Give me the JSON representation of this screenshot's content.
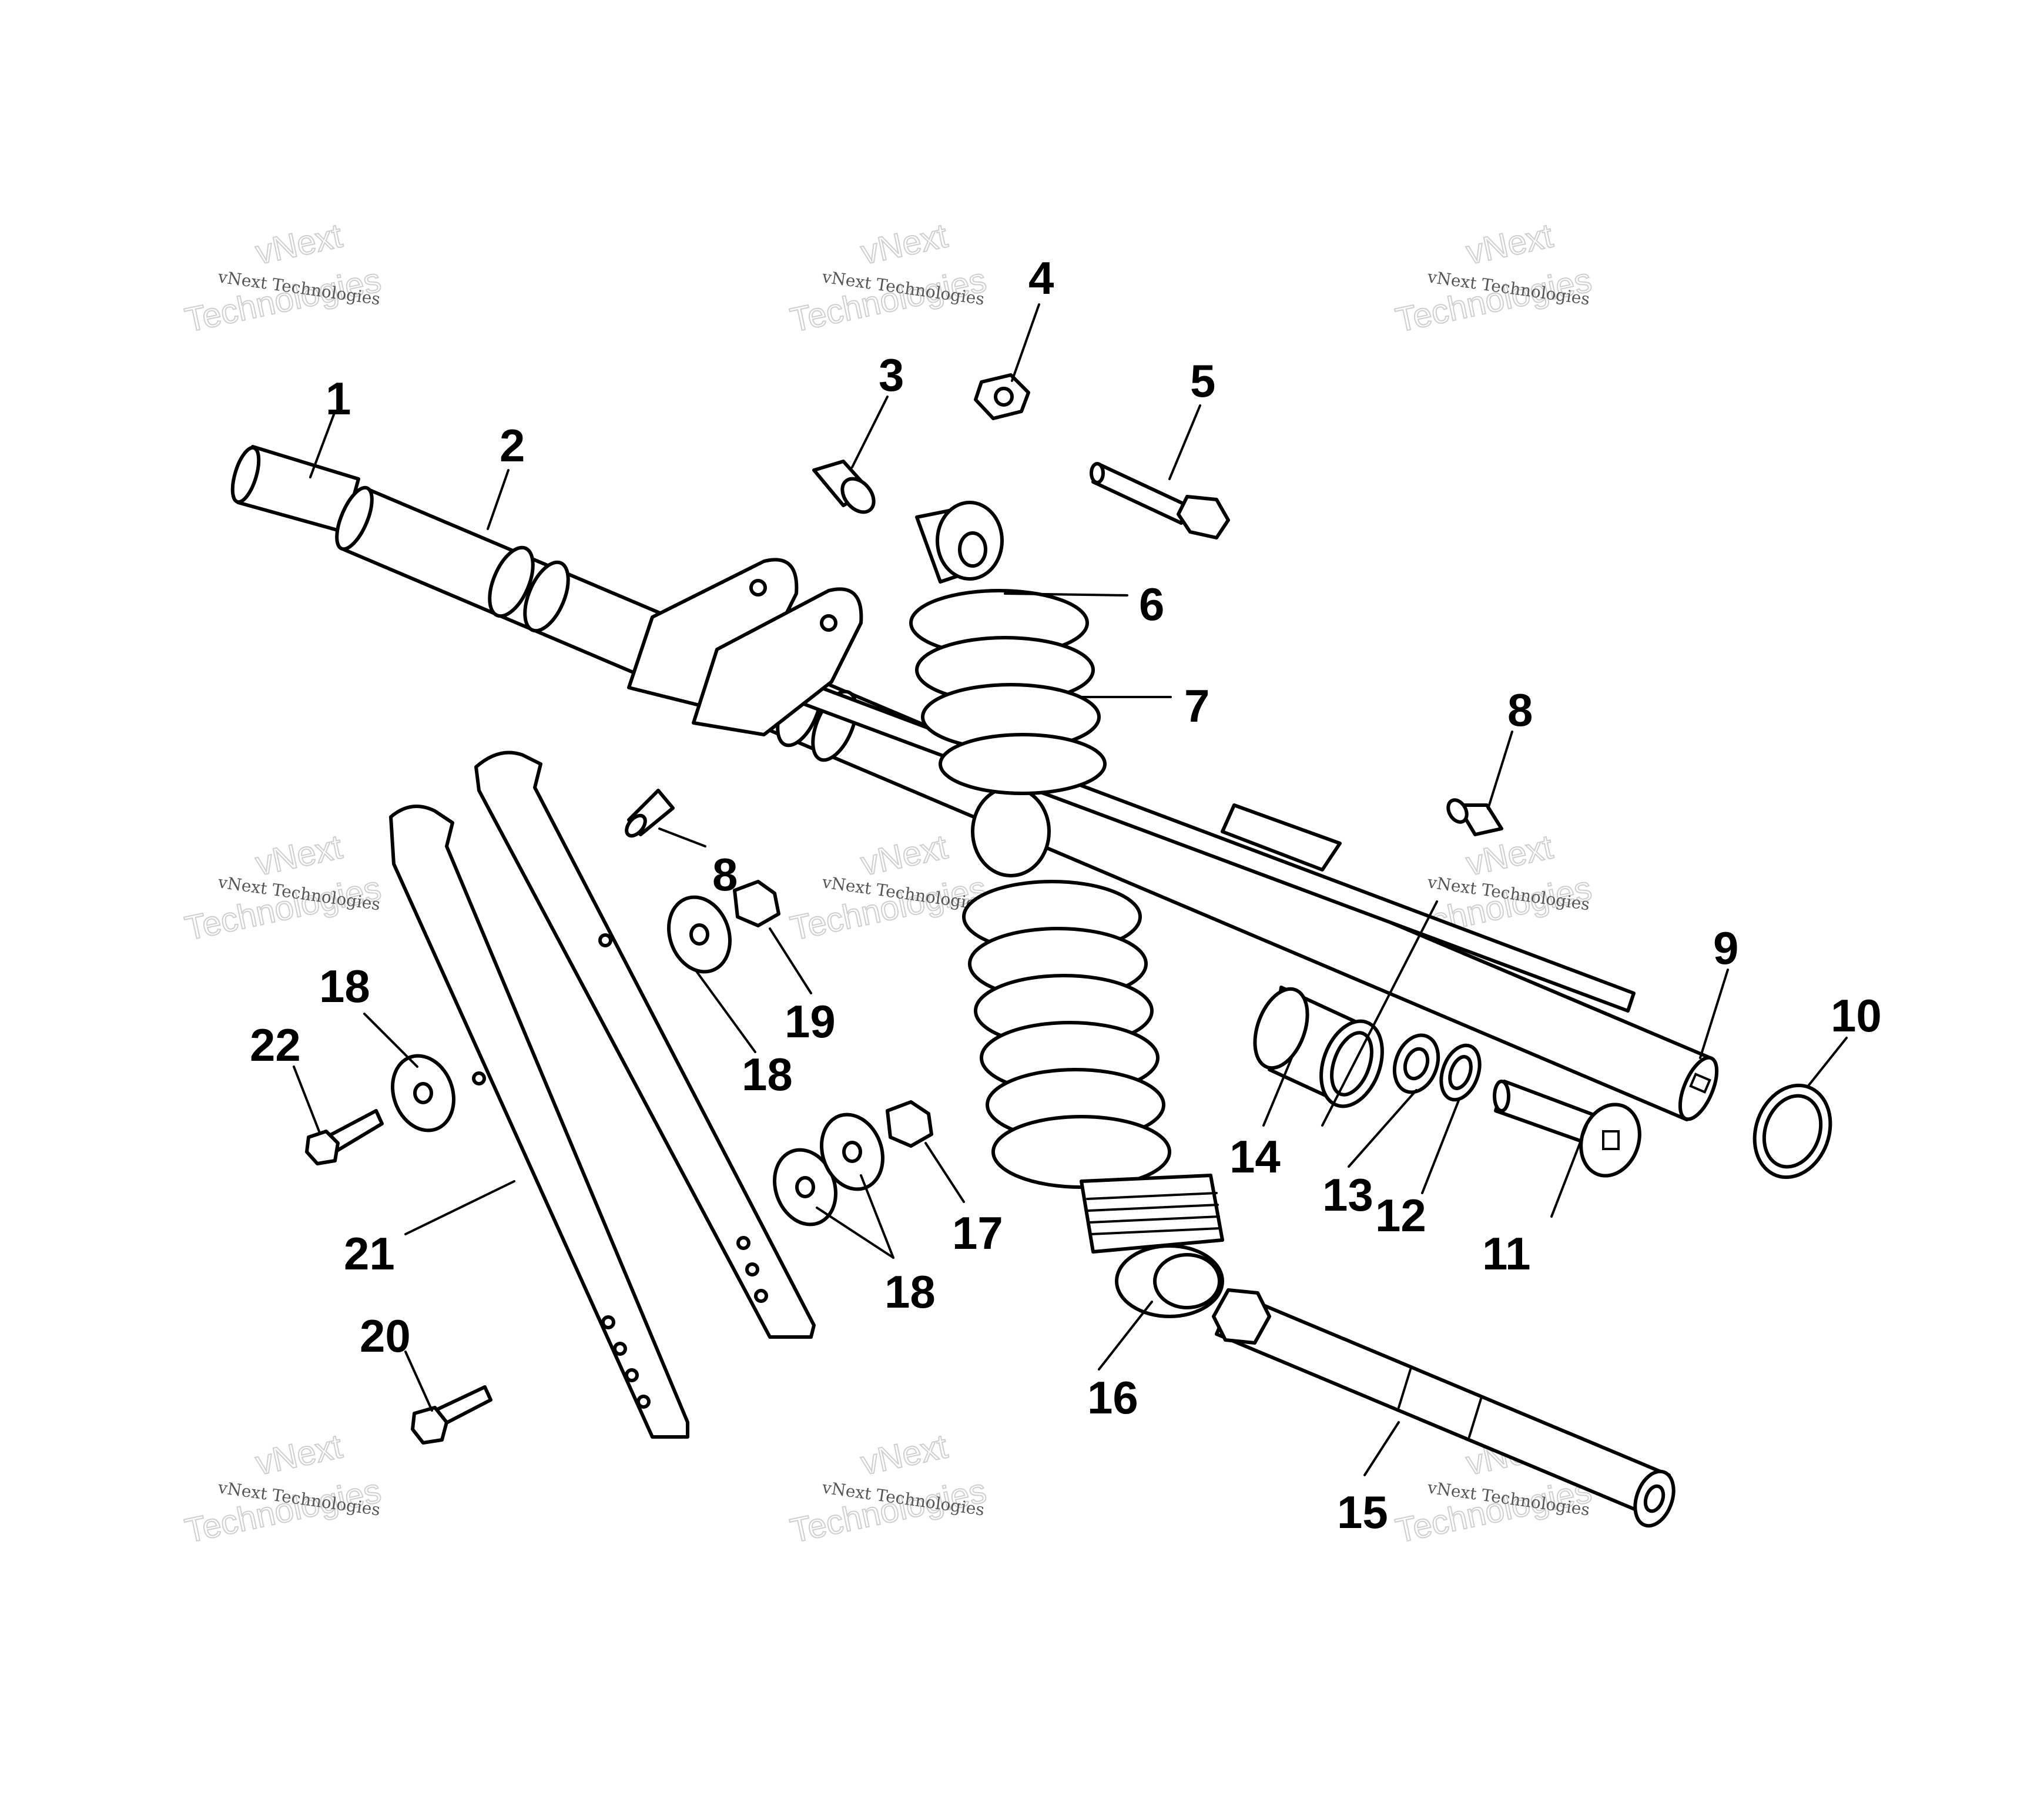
{
  "callouts": {
    "c1": "1",
    "c2": "2",
    "c3": "3",
    "c4": "4",
    "c5": "5",
    "c6": "6",
    "c7": "7",
    "c8a": "8",
    "c8b": "8",
    "c9": "9",
    "c10": "10",
    "c11": "11",
    "c12": "12",
    "c13": "13",
    "c14": "14",
    "c15": "15",
    "c16": "16",
    "c17": "17",
    "c18a": "18",
    "c18b": "18",
    "c18c": "18",
    "c19": "19",
    "c20": "20",
    "c21": "21",
    "c22": "22"
  },
  "watermark": {
    "line1": "vNext Technologies",
    "line2": "vNext",
    "line3": "Technologies"
  }
}
